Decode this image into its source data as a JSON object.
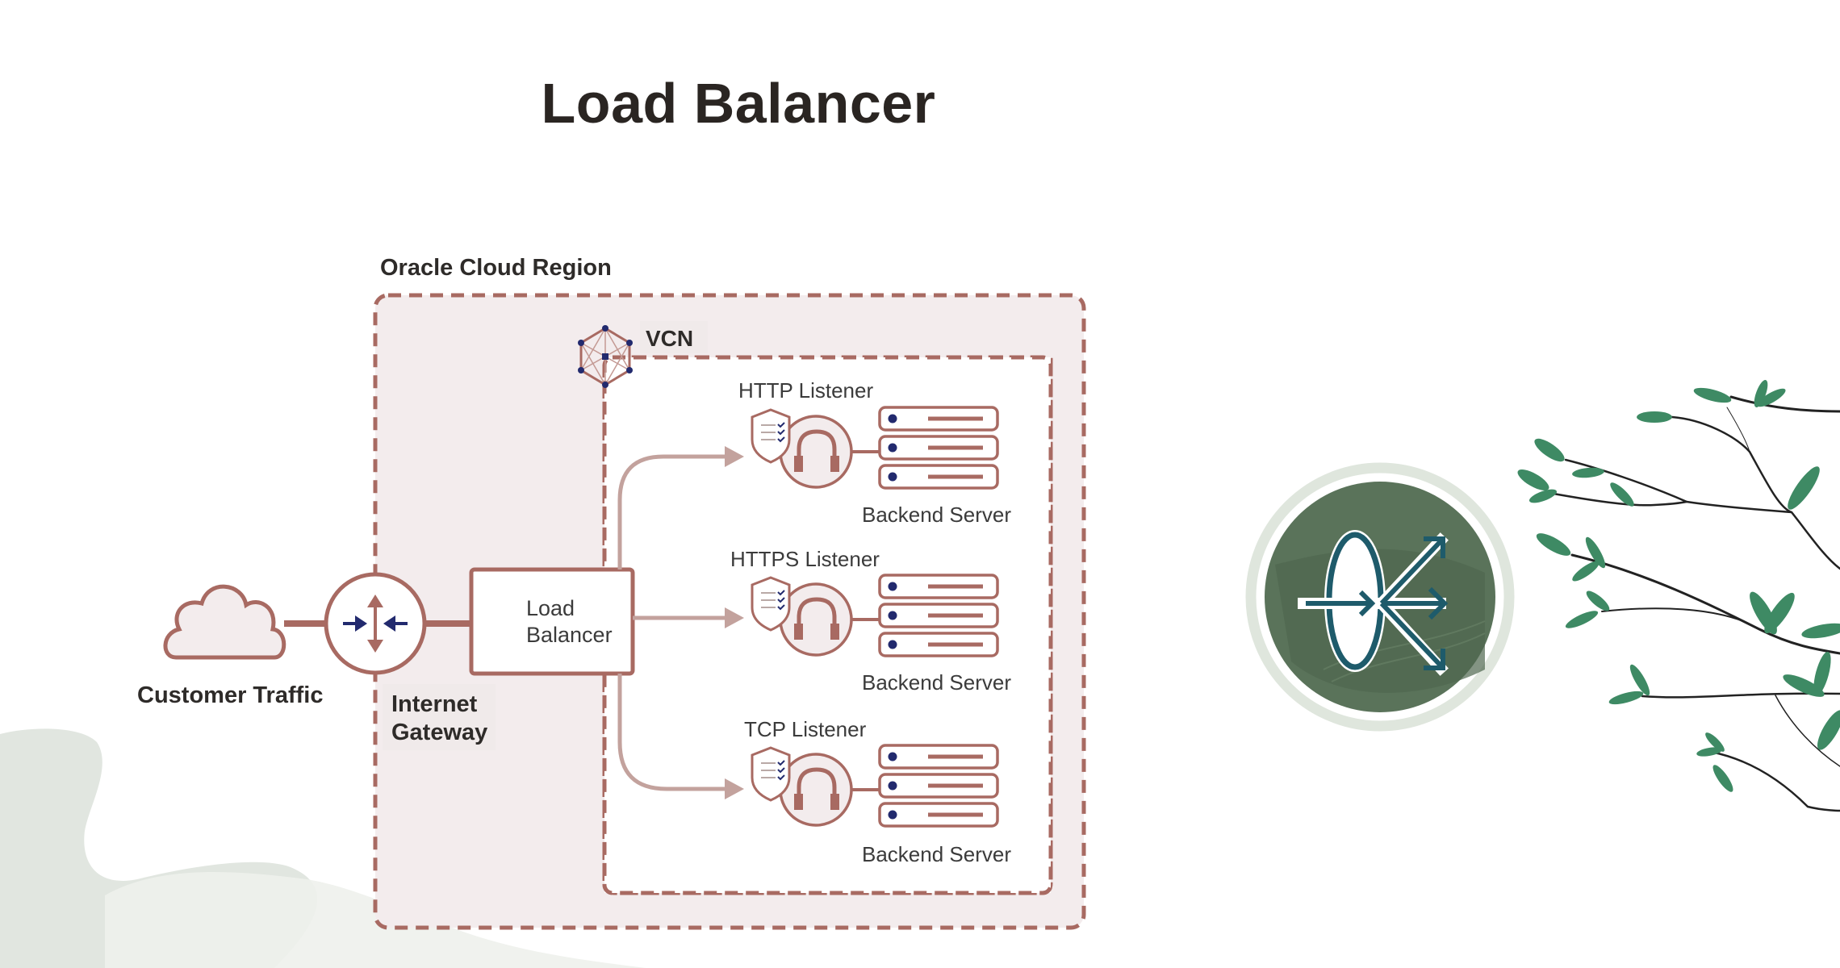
{
  "slide": {
    "title": "Load Balancer"
  },
  "diagram": {
    "region_label": "Oracle Cloud Region",
    "vcn_label": "VCN",
    "customer_label": "Customer Traffic",
    "gateway_label_line1": "Internet",
    "gateway_label_line2": "Gateway",
    "lb_label_line1": "Load",
    "lb_label_line2": "Balancer",
    "listeners": [
      {
        "label": "HTTP Listener",
        "backend_label": "Backend Server",
        "servers": 3
      },
      {
        "label": "HTTPS Listener",
        "backend_label": "Backend Server",
        "servers": 3
      },
      {
        "label": "TCP Listener",
        "backend_label": "Backend Server",
        "servers": 3
      }
    ],
    "colors": {
      "line": "#a86a62",
      "arrow_light": "#c3a29d",
      "region_fill": "#f3eced",
      "accent_blue": "#222a6e",
      "icon_teal": "#1e5b6b",
      "badge_green": "#5a735a",
      "ring": "#dfe6dd",
      "leaf": "#3e8a64"
    }
  },
  "badge": {
    "icon": "load-balancer-icon"
  }
}
